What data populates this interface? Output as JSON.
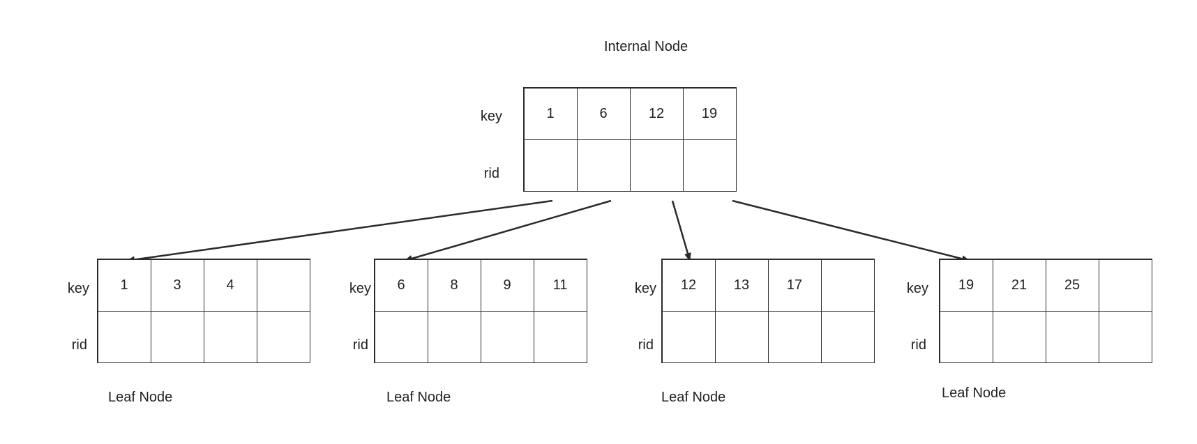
{
  "internal_node": {
    "title": "Internal Node",
    "key_label": "key",
    "rid_label": "rid",
    "keys": [
      "1",
      "6",
      "12",
      "19"
    ]
  },
  "leaf_nodes": [
    {
      "title": "Leaf Node",
      "key_label": "key",
      "rid_label": "rid",
      "keys": [
        "1",
        "3",
        "4",
        ""
      ]
    },
    {
      "title": "Leaf Node",
      "key_label": "key",
      "rid_label": "rid",
      "keys": [
        "6",
        "8",
        "9",
        "11"
      ]
    },
    {
      "title": "Leaf Node",
      "key_label": "key",
      "rid_label": "rid",
      "keys": [
        "12",
        "13",
        "17",
        ""
      ]
    },
    {
      "title": "Leaf Node",
      "key_label": "key",
      "rid_label": "rid",
      "keys": [
        "19",
        "21",
        "25",
        ""
      ]
    }
  ],
  "colors": {
    "stroke": "#2b2b2b",
    "text": "#222222",
    "background": "#ffffff"
  }
}
